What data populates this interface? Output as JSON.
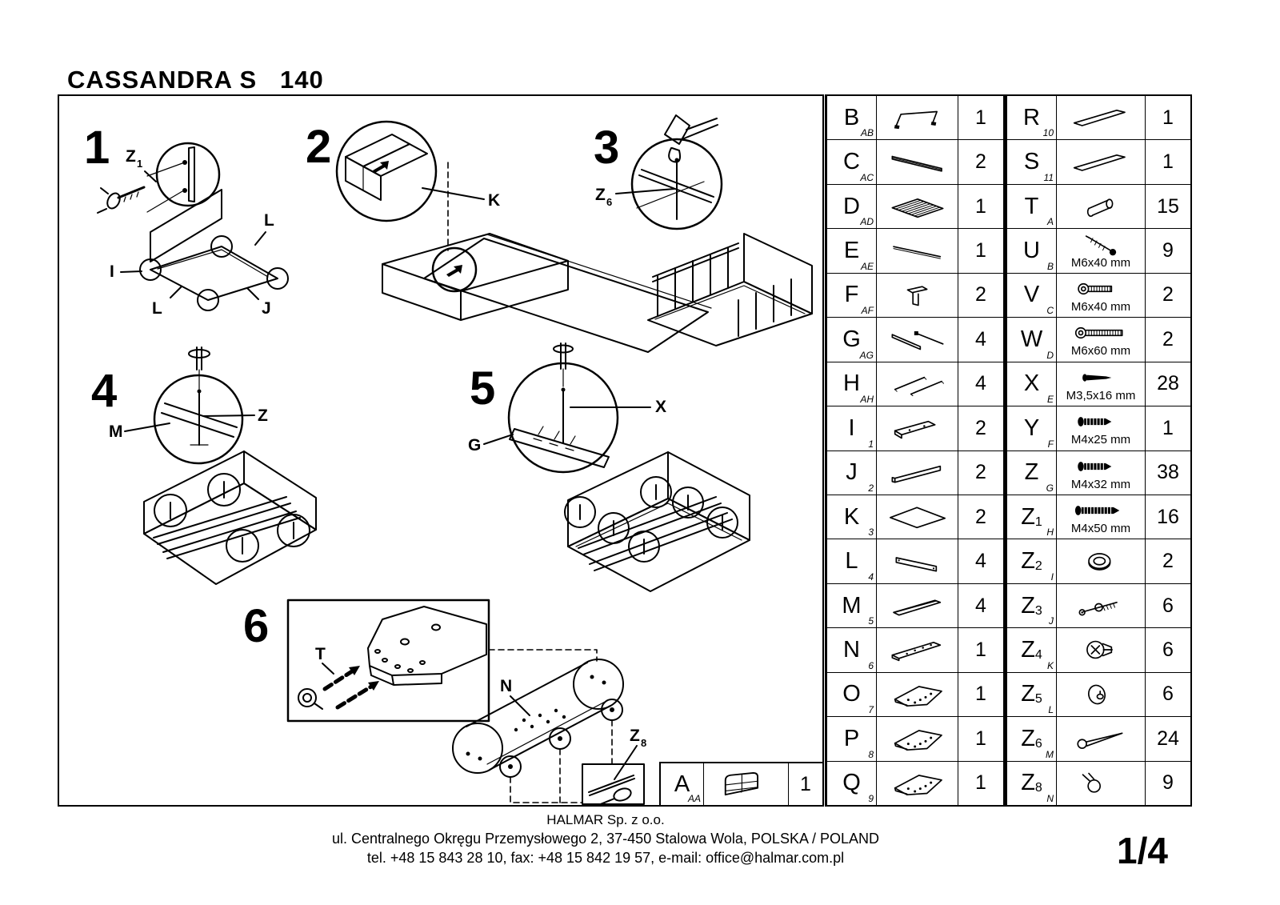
{
  "title": "CASSANDRA S   140",
  "page_number": "1/4",
  "footer": {
    "company": "HALMAR Sp. z o.o.",
    "address": "ul. Centralnego Okręgu Przemysłowego 2, 37-450 Stalowa Wola, POLSKA / POLAND",
    "contact": "tel. +48 15 843 28 10, fax: +48 15 842 19 57, e-mail: office@halmar.com.pl"
  },
  "steps": {
    "s1": {
      "num": "1",
      "labels": {
        "z1": "Z",
        "z1sub": "1",
        "l_top": "L",
        "i": "I",
        "l_bottom": "L",
        "j": "J"
      }
    },
    "s2": {
      "num": "2",
      "labels": {
        "k": "K"
      }
    },
    "s3": {
      "num": "3",
      "labels": {
        "z6": "Z",
        "z6sub": "6"
      }
    },
    "s4": {
      "num": "4",
      "labels": {
        "m": "M",
        "z": "Z"
      }
    },
    "s5": {
      "num": "5",
      "labels": {
        "g": "G",
        "x": "X"
      }
    },
    "s6": {
      "num": "6",
      "labels": {
        "t": "T",
        "n": "N",
        "z8": "Z",
        "z8sub": "8"
      }
    }
  },
  "extra_row": {
    "id": "A",
    "sub": "",
    "corner": "AA",
    "icon": "headboard-icon",
    "size": "",
    "qty": "1"
  },
  "parts_left": [
    {
      "id": "B",
      "sub": "",
      "corner": "AB",
      "icon": "handle-icon",
      "size": "",
      "qty": "1"
    },
    {
      "id": "C",
      "sub": "",
      "corner": "AC",
      "icon": "rail-icon",
      "size": "",
      "qty": "2"
    },
    {
      "id": "D",
      "sub": "",
      "corner": "AD",
      "icon": "slats-icon",
      "size": "",
      "qty": "1"
    },
    {
      "id": "E",
      "sub": "",
      "corner": "AE",
      "icon": "rod-icon",
      "size": "",
      "qty": "1"
    },
    {
      "id": "F",
      "sub": "",
      "corner": "AF",
      "icon": "leg-icon",
      "size": "",
      "qty": "2"
    },
    {
      "id": "G",
      "sub": "",
      "corner": "AG",
      "icon": "rails-pair-icon",
      "size": "",
      "qty": "4"
    },
    {
      "id": "H",
      "sub": "",
      "corner": "AH",
      "icon": "thin-rails-icon",
      "size": "",
      "qty": "4"
    },
    {
      "id": "I",
      "sub": "",
      "corner": "1",
      "icon": "panel-small-icon",
      "size": "",
      "qty": "2"
    },
    {
      "id": "J",
      "sub": "",
      "corner": "2",
      "icon": "panel-long-icon",
      "size": "",
      "qty": "2"
    },
    {
      "id": "K",
      "sub": "",
      "corner": "3",
      "icon": "sheet-icon",
      "size": "",
      "qty": "2"
    },
    {
      "id": "L",
      "sub": "",
      "corner": "4",
      "icon": "strip-panel-icon",
      "size": "",
      "qty": "4"
    },
    {
      "id": "M",
      "sub": "",
      "corner": "5",
      "icon": "bar-icon",
      "size": "",
      "qty": "4"
    },
    {
      "id": "N",
      "sub": "",
      "corner": "6",
      "icon": "board-long-icon",
      "size": "",
      "qty": "1"
    },
    {
      "id": "O",
      "sub": "",
      "corner": "7",
      "icon": "board-holes-icon",
      "size": "",
      "qty": "1"
    },
    {
      "id": "P",
      "sub": "",
      "corner": "8",
      "icon": "board-holes-icon",
      "size": "",
      "qty": "1"
    },
    {
      "id": "Q",
      "sub": "",
      "corner": "9",
      "icon": "board-holes-icon",
      "size": "",
      "qty": "1"
    }
  ],
  "parts_right": [
    {
      "id": "R",
      "sub": "",
      "corner": "10",
      "icon": "flat-strip-icon",
      "size": "",
      "qty": "1"
    },
    {
      "id": "S",
      "sub": "",
      "corner": "11",
      "icon": "flat-strip-icon",
      "size": "",
      "qty": "1"
    },
    {
      "id": "T",
      "sub": "",
      "corner": "A",
      "icon": "dowel-icon",
      "size": "",
      "qty": "15"
    },
    {
      "id": "U",
      "sub": "",
      "corner": "B",
      "icon": "screw-long-icon",
      "size": "M6x40 mm",
      "qty": "9"
    },
    {
      "id": "V",
      "sub": "",
      "corner": "C",
      "icon": "bolt-icon",
      "size": "M6x40 mm",
      "qty": "2"
    },
    {
      "id": "W",
      "sub": "",
      "corner": "D",
      "icon": "bolt-long-icon",
      "size": "M6x60 mm",
      "qty": "2"
    },
    {
      "id": "X",
      "sub": "",
      "corner": "E",
      "icon": "screw-small-icon",
      "size": "M3,5x16 mm",
      "qty": "28"
    },
    {
      "id": "Y",
      "sub": "",
      "corner": "F",
      "icon": "screw-icon",
      "size": "M4x25 mm",
      "qty": "1"
    },
    {
      "id": "Z",
      "sub": "",
      "corner": "G",
      "icon": "screw-icon",
      "size": "M4x32 mm",
      "qty": "38"
    },
    {
      "id": "Z",
      "sub": "1",
      "corner": "H",
      "icon": "screw-xl-icon",
      "size": "M4x50 mm",
      "qty": "16"
    },
    {
      "id": "Z",
      "sub": "2",
      "corner": "I",
      "icon": "washer-icon",
      "size": "",
      "qty": "2"
    },
    {
      "id": "Z",
      "sub": "3",
      "corner": "J",
      "icon": "connector-bolt-icon",
      "size": "",
      "qty": "6"
    },
    {
      "id": "Z",
      "sub": "4",
      "corner": "K",
      "icon": "cam-icon",
      "size": "",
      "qty": "6"
    },
    {
      "id": "Z",
      "sub": "5",
      "corner": "L",
      "icon": "cap-icon",
      "size": "",
      "qty": "6"
    },
    {
      "id": "Z",
      "sub": "6",
      "corner": "M",
      "icon": "nail-icon",
      "size": "",
      "qty": "24"
    },
    {
      "id": "Z",
      "sub": "8",
      "corner": "N",
      "icon": "hook-icon",
      "size": "",
      "qty": "9"
    }
  ]
}
